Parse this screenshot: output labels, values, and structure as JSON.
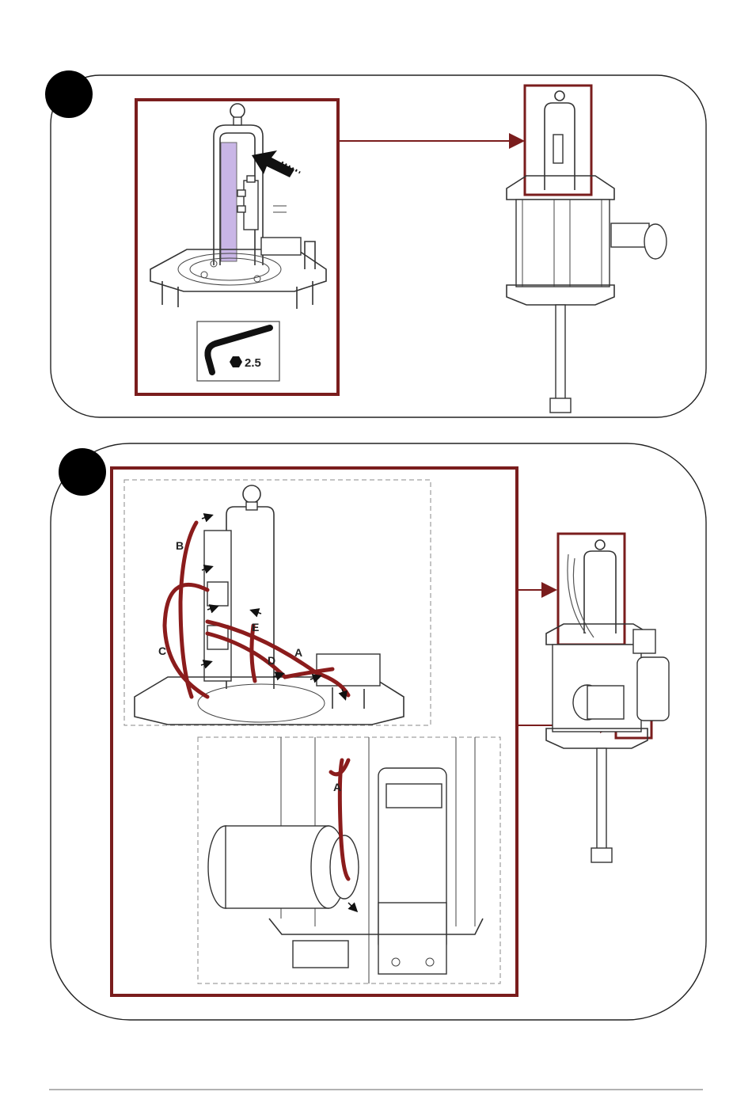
{
  "colors": {
    "frame": "#7a1d1d",
    "badge": "#000000",
    "panel_border": "#222222",
    "highlight": "#c9b6e6",
    "tube": "#8b1c1c"
  },
  "step1": {
    "tool": {
      "icon": "hex-key-icon",
      "size_label": "2.5"
    }
  },
  "step2": {
    "tube_labels": [
      "B",
      "C",
      "D",
      "A",
      "E"
    ],
    "detail_label": "A"
  }
}
